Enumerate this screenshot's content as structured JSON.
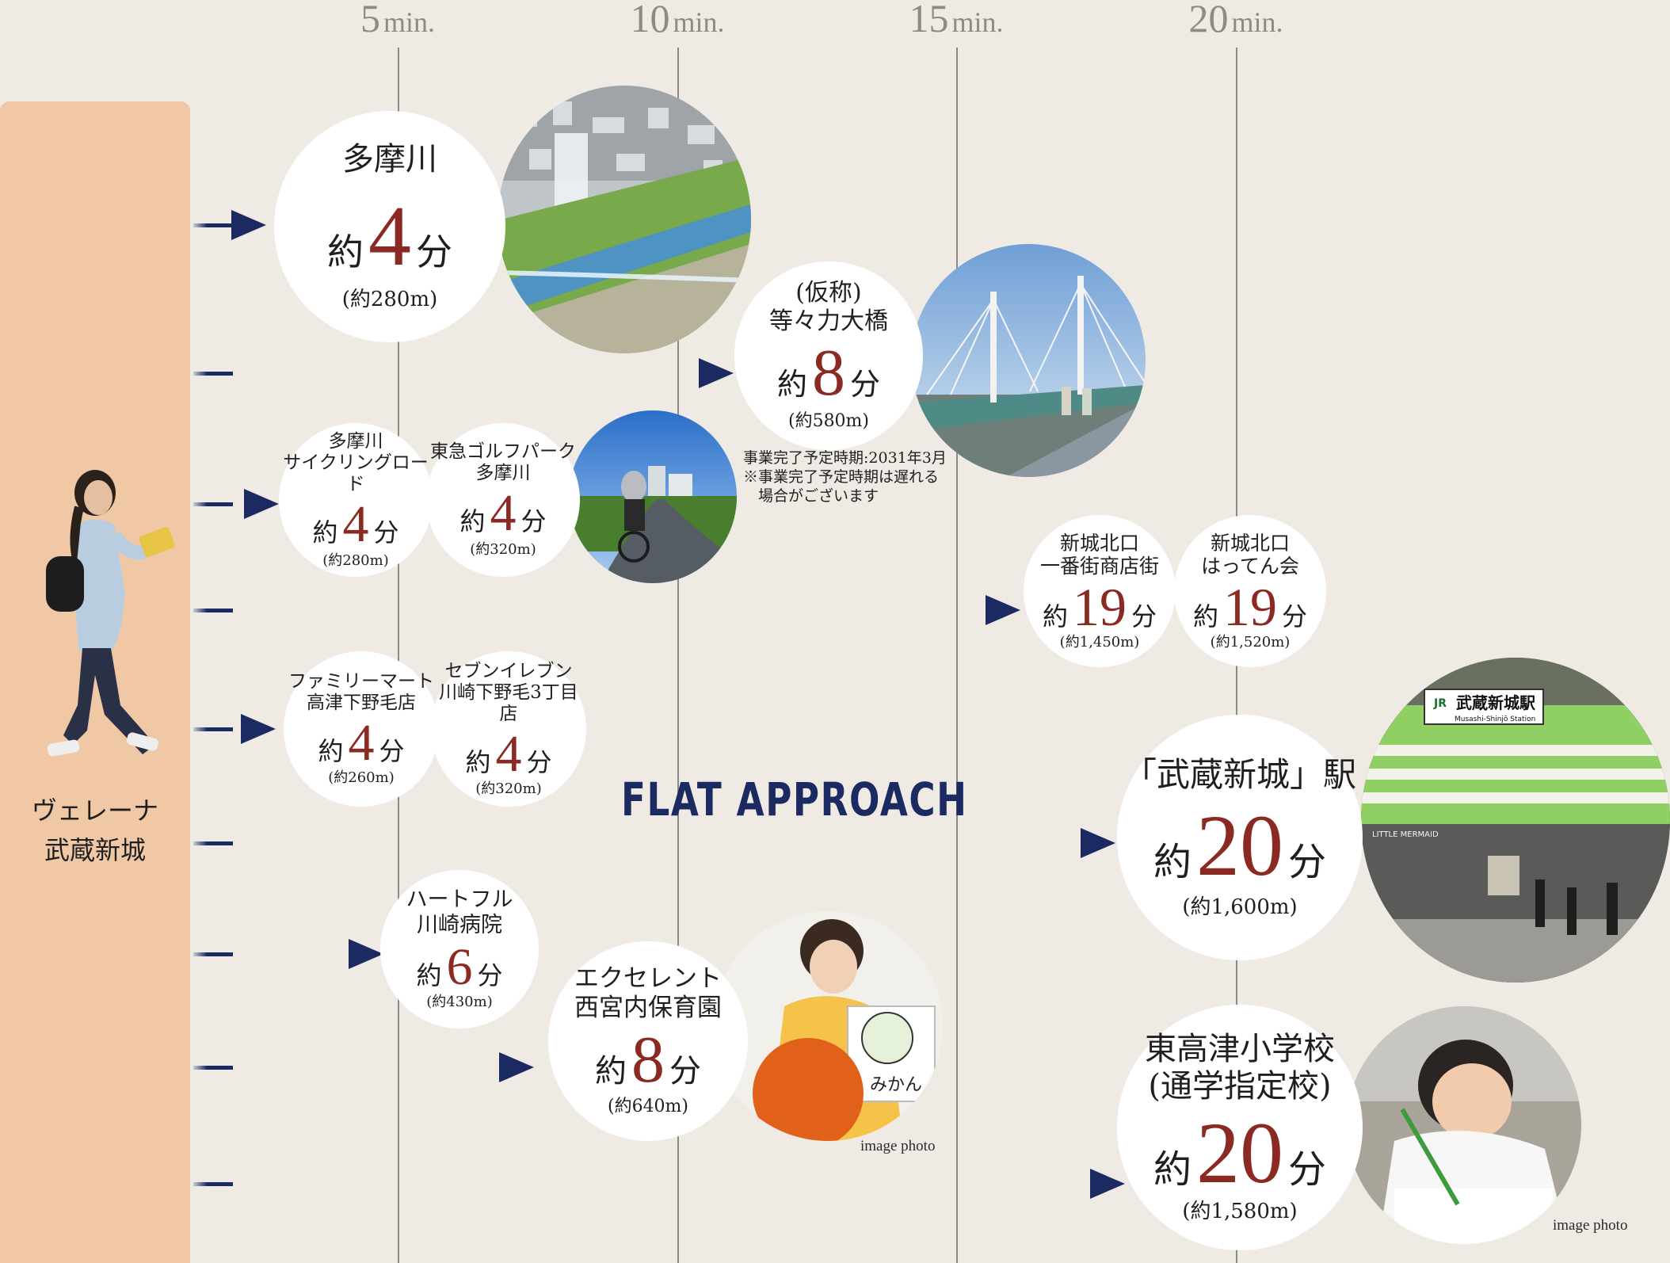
{
  "timeline": {
    "ticks": [
      {
        "num": "5",
        "unit": "min."
      },
      {
        "num": "10",
        "unit": "min."
      },
      {
        "num": "15",
        "unit": "min."
      },
      {
        "num": "20",
        "unit": "min."
      }
    ]
  },
  "origin": {
    "name": "ヴェレーナ\n武蔵新城"
  },
  "flat_approach": "FLAT APPROACH",
  "destinations": [
    {
      "name": "多摩川",
      "approx": "約",
      "minutes": "4",
      "unit": "分",
      "distance": "(約280m)"
    },
    {
      "name": "(仮称)\n等々力大橋",
      "approx": "約",
      "minutes": "8",
      "unit": "分",
      "distance": "(約580m)"
    },
    {
      "name": "多摩川\nサイクリングロード",
      "approx": "約",
      "minutes": "4",
      "unit": "分",
      "distance": "(約280m)"
    },
    {
      "name": "東急ゴルフパーク\n多摩川",
      "approx": "約",
      "minutes": "4",
      "unit": "分",
      "distance": "(約320m)"
    },
    {
      "name": "新城北口\n一番街商店街",
      "approx": "約",
      "minutes": "19",
      "unit": "分",
      "distance": "(約1,450m)"
    },
    {
      "name": "新城北口\nはってん会",
      "approx": "約",
      "minutes": "19",
      "unit": "分",
      "distance": "(約1,520m)"
    },
    {
      "name": "ファミリーマート\n高津下野毛店",
      "approx": "約",
      "minutes": "4",
      "unit": "分",
      "distance": "(約260m)"
    },
    {
      "name": "セブンイレブン\n川崎下野毛3丁目店",
      "approx": "約",
      "minutes": "4",
      "unit": "分",
      "distance": "(約320m)"
    },
    {
      "name": "「武蔵新城」駅",
      "approx": "約",
      "minutes": "20",
      "unit": "分",
      "distance": "(約1,600m)"
    },
    {
      "name": "ハートフル\n川崎病院",
      "approx": "約",
      "minutes": "6",
      "unit": "分",
      "distance": "(約430m)"
    },
    {
      "name": "エクセレント\n西宮内保育園",
      "approx": "約",
      "minutes": "8",
      "unit": "分",
      "distance": "(約640m)"
    },
    {
      "name": "東高津小学校\n(通学指定校)",
      "approx": "約",
      "minutes": "20",
      "unit": "分",
      "distance": "(約1,580m)"
    }
  ],
  "bridge_note": "事業完了予定時期:2031年3月\n※事業完了予定時期は遅れる\n　場合がございます",
  "image_credits": [
    "image photo",
    "image photo"
  ],
  "station_sign": {
    "main": "武蔵新城駅",
    "sub": "Musashi-Shinjō Station",
    "logo": "JR"
  },
  "nursery_drawing_text": "みかん",
  "shop_sign": "LITTLE MERMAID",
  "colors": {
    "background": "#efebe4",
    "origin_bar": "#f0c8a6",
    "arrow": "#1c2a62",
    "minutes": "#8b2a22"
  }
}
